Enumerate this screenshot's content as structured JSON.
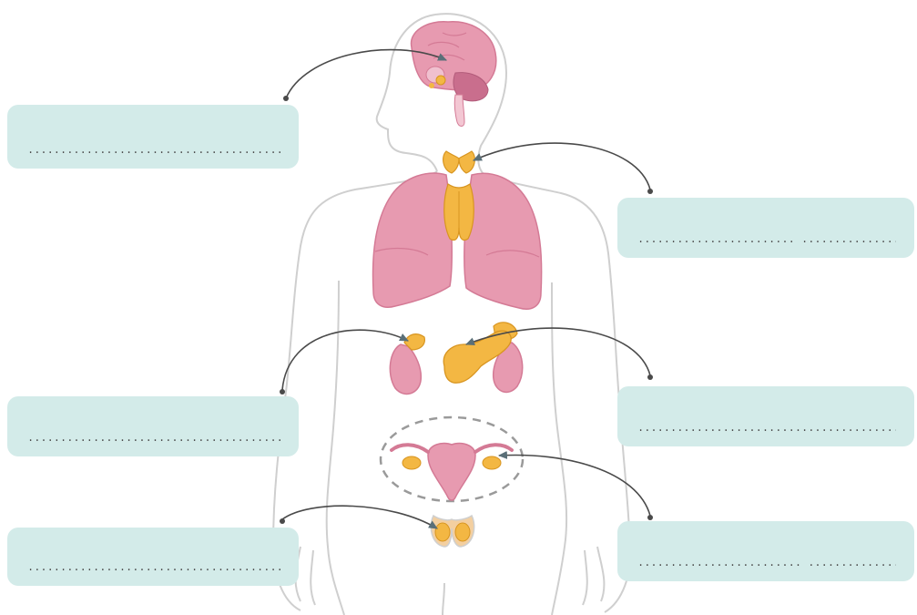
{
  "labels": [
    {
      "id": "box-1",
      "placeholder": "......................................................"
    },
    {
      "id": "box-2",
      "placeholder": "........................ ................................"
    },
    {
      "id": "box-3",
      "placeholder": "......................................................"
    },
    {
      "id": "box-4",
      "placeholder": "......................................................."
    },
    {
      "id": "box-5",
      "placeholder": "......................................................"
    },
    {
      "id": "box-6",
      "placeholder": "......................... ..............................."
    }
  ],
  "colors": {
    "label_fill": "#d3ebe9",
    "organ_pink": "#e79ab0",
    "gland_orange": "#f3b743",
    "outline": "#cfcfcf",
    "arrow": "#4a4a4a"
  },
  "icons": [
    "brain-organ",
    "pituitary-gland",
    "thyroid-gland",
    "thymus-gland",
    "lungs-organ",
    "adrenal-kidney",
    "pancreas-gland",
    "uterus-ovaries",
    "testes-gland"
  ]
}
